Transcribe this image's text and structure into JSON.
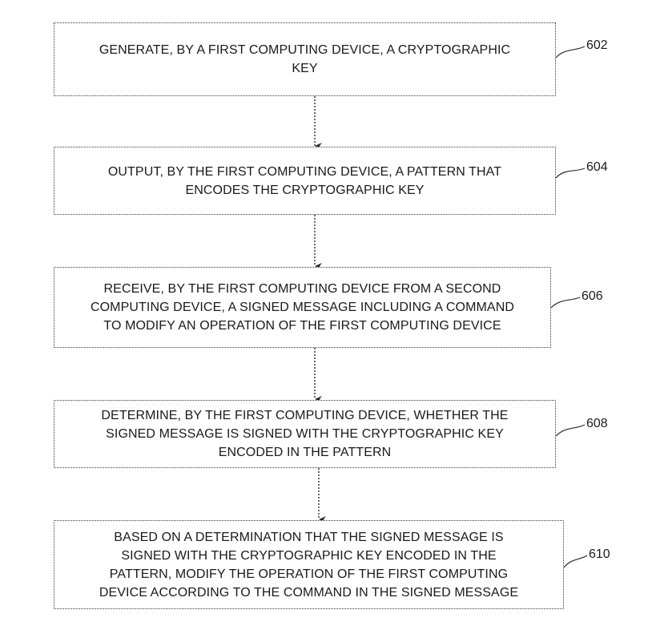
{
  "steps": [
    {
      "ref": "602",
      "lines": [
        "GENERATE, BY A FIRST COMPUTING DEVICE, A CRYPTOGRAPHIC",
        "KEY"
      ]
    },
    {
      "ref": "604",
      "lines": [
        "OUTPUT, BY THE FIRST COMPUTING DEVICE, A PATTERN THAT",
        "ENCODES THE CRYPTOGRAPHIC KEY"
      ]
    },
    {
      "ref": "606",
      "lines": [
        "RECEIVE, BY THE FIRST COMPUTING DEVICE FROM A SECOND",
        "COMPUTING DEVICE, A SIGNED MESSAGE INCLUDING A COMMAND",
        "TO MODIFY AN OPERATION OF THE FIRST COMPUTING DEVICE"
      ]
    },
    {
      "ref": "608",
      "lines": [
        "DETERMINE, BY THE FIRST COMPUTING DEVICE, WHETHER THE",
        "SIGNED MESSAGE IS SIGNED WITH THE CRYPTOGRAPHIC KEY",
        "ENCODED IN THE PATTERN"
      ]
    },
    {
      "ref": "610",
      "lines": [
        "BASED ON A DETERMINATION THAT THE SIGNED MESSAGE IS",
        "SIGNED WITH THE CRYPTOGRAPHIC KEY ENCODED IN THE",
        "PATTERN, MODIFY THE OPERATION OF THE FIRST COMPUTING",
        "DEVICE ACCORDING TO THE COMMAND IN THE SIGNED MESSAGE"
      ]
    }
  ]
}
